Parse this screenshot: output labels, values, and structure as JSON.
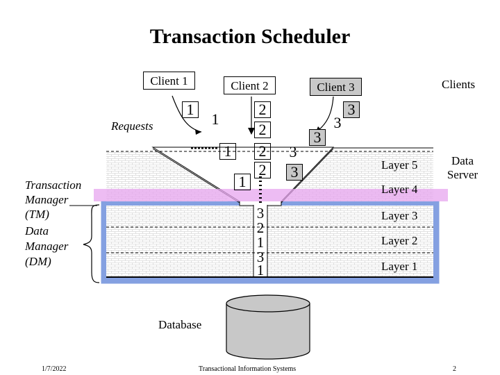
{
  "title": "Transaction Scheduler",
  "clients": {
    "client1": "Client 1",
    "client2": "Client 2",
    "client3": "Client 3",
    "group_label": "Clients"
  },
  "requests_label": "Requests",
  "left_labels": {
    "tm": [
      "Transaction",
      "Manager",
      "(TM)"
    ],
    "dm": [
      "Data",
      "Manager",
      "(DM)"
    ]
  },
  "data_server_label": [
    "Data",
    "Server"
  ],
  "layers": {
    "layer5": "Layer 5",
    "layer4": "Layer 4",
    "layer3": "Layer 3",
    "layer2": "Layer 2",
    "layer1": "Layer 1"
  },
  "request_numbers": {
    "c1": [
      "1",
      "1",
      "1",
      "1"
    ],
    "c2": [
      "2",
      "2",
      "2",
      "2"
    ],
    "c3": [
      "3",
      "3",
      "3",
      "3",
      "3"
    ]
  },
  "queue_numbers": [
    "3",
    "2",
    "1",
    "3",
    "1"
  ],
  "database_label": "Database",
  "footer": {
    "date": "1/7/2022",
    "center": "Transactional Information Systems",
    "page": "2"
  },
  "colors": {
    "blue_frame": "#6f8fdc",
    "pink_band": "#e7a6ef",
    "database_fill": "#c8c8c8"
  }
}
